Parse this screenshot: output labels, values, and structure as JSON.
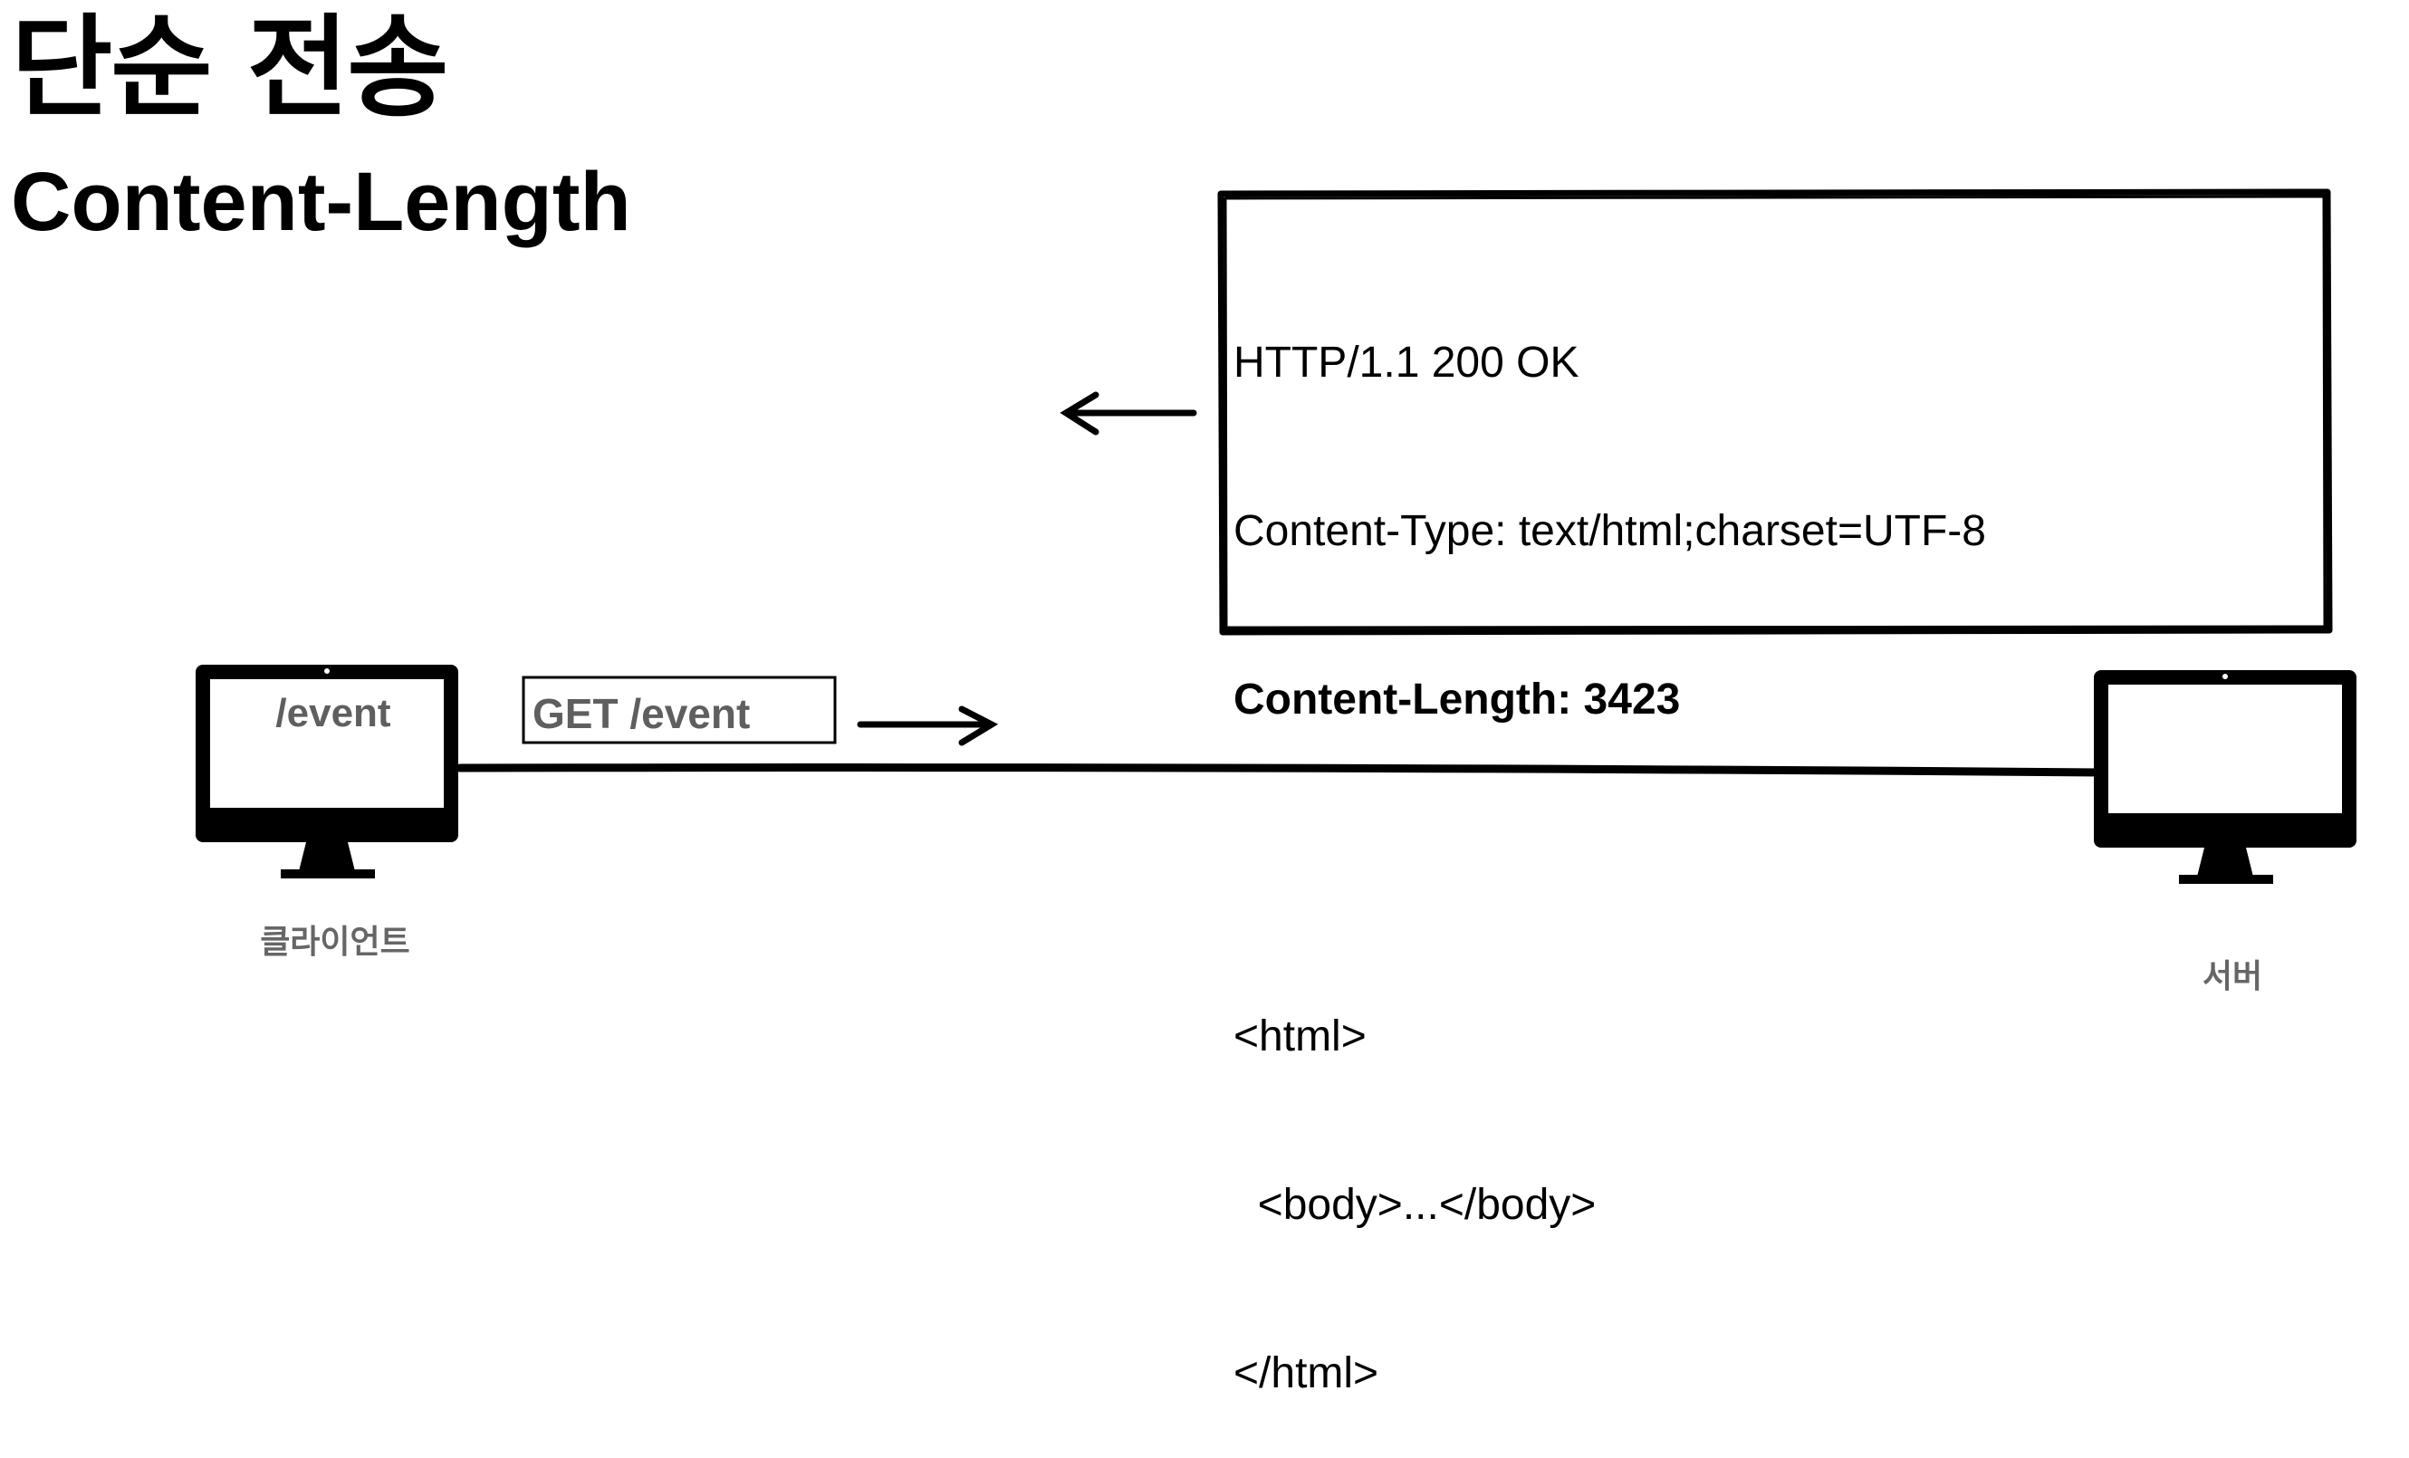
{
  "title": "단순 전송",
  "subtitle": "Content-Length",
  "response": {
    "lines": [
      {
        "text": "HTTP/1.1 200 OK",
        "bold": false
      },
      {
        "text": "Content-Type: text/html;charset=UTF-8",
        "bold": false
      },
      {
        "text": "Content-Length: 3423",
        "bold": true
      },
      {
        "text": "",
        "bold": false
      },
      {
        "text": "<html>",
        "bold": false
      },
      {
        "text": "  <body>...</body>",
        "bold": false
      },
      {
        "text": "</html>",
        "bold": false
      }
    ]
  },
  "client": {
    "screen_text": "/event",
    "caption": "클라이언트",
    "icon": "monitor-icon"
  },
  "server": {
    "caption": "서버",
    "icon": "monitor-icon"
  },
  "request": {
    "label": "GET /event"
  },
  "colors": {
    "ink": "#000000",
    "label_gray": "#5f5f5f",
    "caption_gray": "#666666"
  }
}
